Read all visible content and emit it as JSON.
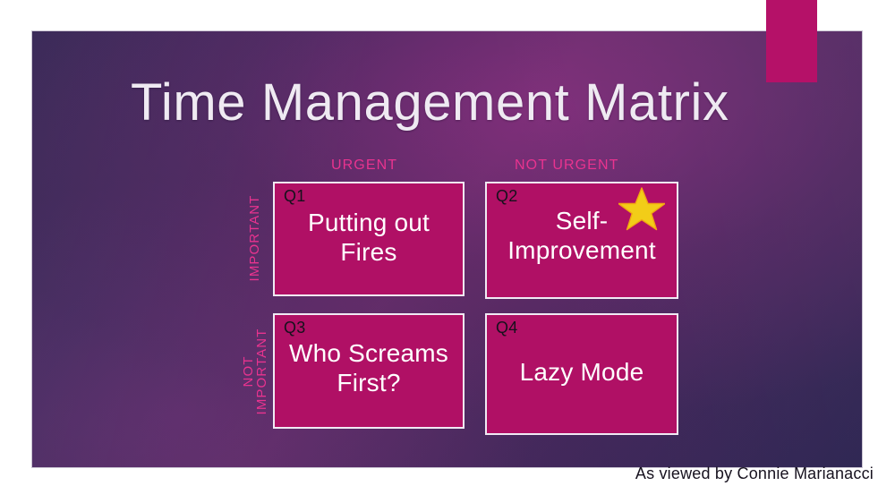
{
  "slide": {
    "title": "Time Management Matrix",
    "accent_color": "#b51168",
    "box_color": "#b01065",
    "label_color": "#e9338f",
    "background_colors": [
      "#2c2350",
      "#5c3068",
      "#2b2350"
    ],
    "footer_credit": "As viewed by Connie Marianacci"
  },
  "axes": {
    "columns": [
      {
        "key": "urgent",
        "label": "URGENT"
      },
      {
        "key": "not_urgent",
        "label": "NOT URGENT"
      }
    ],
    "rows": [
      {
        "key": "important",
        "label_lines": [
          "IMPORTANT"
        ]
      },
      {
        "key": "not_important",
        "label_lines": [
          "NOT",
          "IMPORTANT"
        ]
      }
    ]
  },
  "quadrants": [
    {
      "tag": "Q1",
      "text": "Putting out Fires",
      "column": "URGENT",
      "row": "IMPORTANT",
      "starred": false
    },
    {
      "tag": "Q2",
      "text": "Self-Improvement",
      "column": "NOT URGENT",
      "row": "IMPORTANT",
      "starred": true,
      "star_color": "#f2cd18"
    },
    {
      "tag": "Q3",
      "text": "Who Screams First?",
      "column": "URGENT",
      "row": "NOT IMPORTANT",
      "starred": false
    },
    {
      "tag": "Q4",
      "text": "Lazy Mode",
      "column": "NOT URGENT",
      "row": "NOT IMPORTANT",
      "starred": false
    }
  ],
  "row_labels": {
    "important": "IMPORTANT",
    "not_important_line1": "NOT",
    "not_important_line2": "IMPORTANT"
  }
}
